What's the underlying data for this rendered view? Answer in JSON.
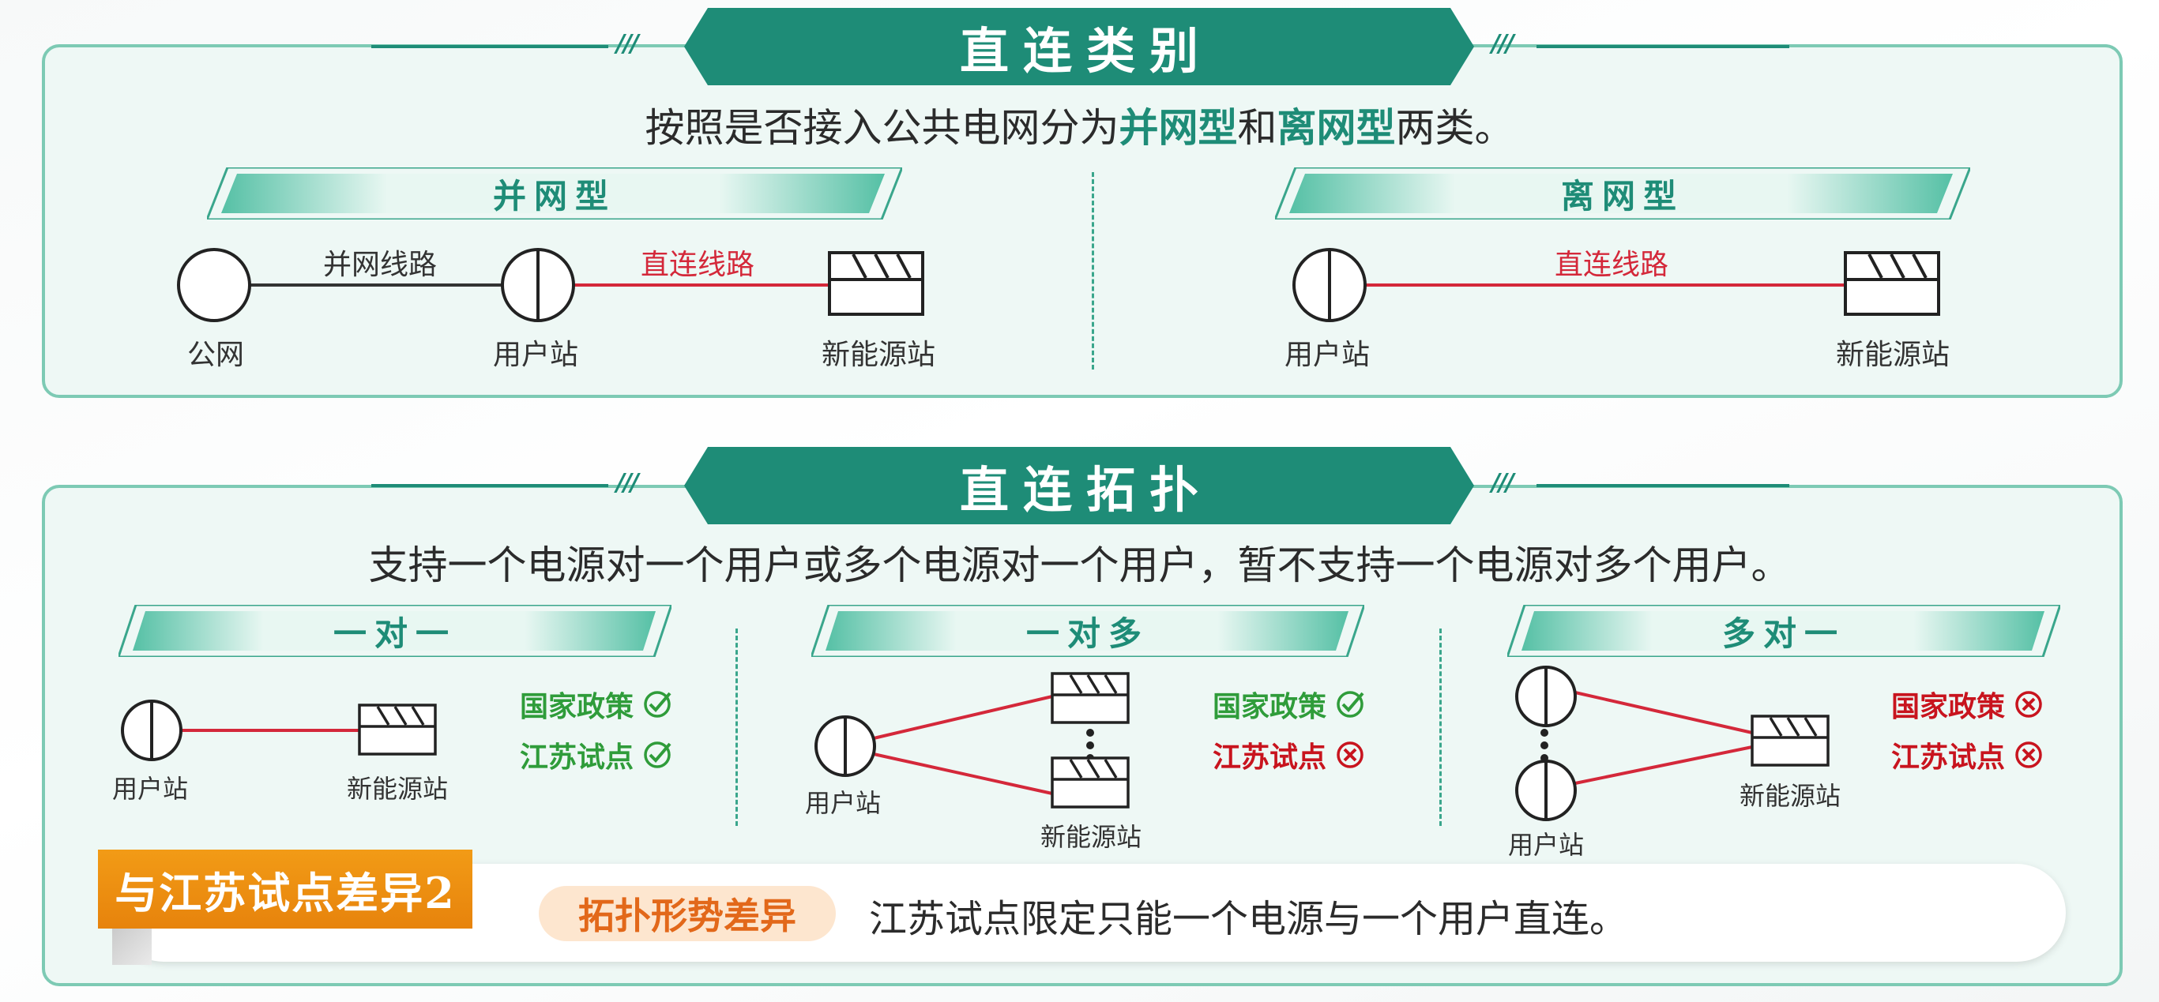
{
  "section1": {
    "title": "直连类别",
    "intro": {
      "prefix": "按照是否接入公共电网分为",
      "type1": "并网型",
      "mid": "和",
      "type2": "离网型",
      "suffix": "两类。"
    },
    "grid_type": {
      "ribbon": "并网型",
      "node_grid": "公网",
      "node_user": "用户站",
      "node_plant": "新能源站",
      "line_grid": "并网线路",
      "line_direct": "直连线路"
    },
    "offgrid_type": {
      "ribbon": "离网型",
      "node_user": "用户站",
      "node_plant": "新能源站",
      "line_direct": "直连线路"
    }
  },
  "section2": {
    "title": "直连拓扑",
    "intro": "支持一个电源对一个用户或多个电源对一个用户，暂不支持一个电源对多个用户。",
    "cases": [
      {
        "ribbon": "一对一",
        "node_user": "用户站",
        "node_plant": "新能源站",
        "policy": [
          {
            "label": "国家政策",
            "status": "ok"
          },
          {
            "label": "江苏试点",
            "status": "ok"
          }
        ]
      },
      {
        "ribbon": "一对多",
        "node_user": "用户站",
        "node_plant": "新能源站",
        "policy": [
          {
            "label": "国家政策",
            "status": "ok"
          },
          {
            "label": "江苏试点",
            "status": "no"
          }
        ]
      },
      {
        "ribbon": "多对一",
        "node_user": "用户站",
        "node_plant": "新能源站",
        "policy": [
          {
            "label": "国家政策",
            "status": "no"
          },
          {
            "label": "江苏试点",
            "status": "no"
          }
        ]
      }
    ]
  },
  "difference": {
    "tag": "与江苏试点差异2",
    "pill": "拓扑形势差异",
    "text": "江苏试点限定只能一个电源与一个用户直连。"
  },
  "colors": {
    "primary": "#1e8c77",
    "border": "#7dcab4",
    "direct_line": "#d4283a",
    "ok": "#2f9c3a",
    "no": "#c8141e",
    "tag": "#f29b16"
  }
}
